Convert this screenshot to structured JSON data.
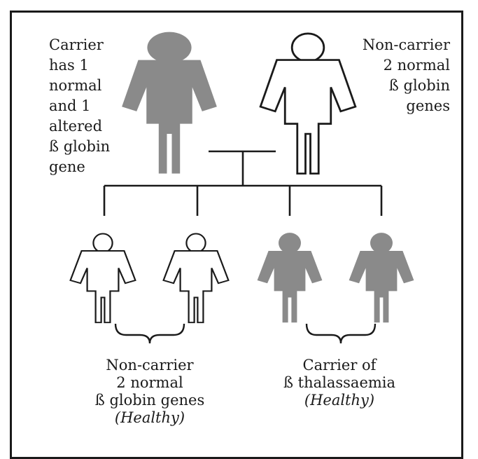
{
  "colors": {
    "carrier_fill": "#8a8a8a",
    "outline": "#1a1a1a",
    "background": "#ffffff"
  },
  "parents": {
    "carrier": {
      "lines": [
        "Carrier",
        "has 1",
        "normal",
        "and 1",
        "altered",
        "ß globin",
        "gene"
      ]
    },
    "non_carrier": {
      "lines": [
        "Non-carrier",
        "2 normal",
        "ß globin",
        "genes"
      ]
    }
  },
  "children": {
    "non_carrier_group": {
      "lines": [
        "Non-carrier",
        "2 normal",
        "ß globin genes"
      ],
      "note": "(Healthy)"
    },
    "carrier_group": {
      "lines": [
        "Carrier of",
        "ß thalassaemia"
      ],
      "note": "(Healthy)"
    }
  }
}
